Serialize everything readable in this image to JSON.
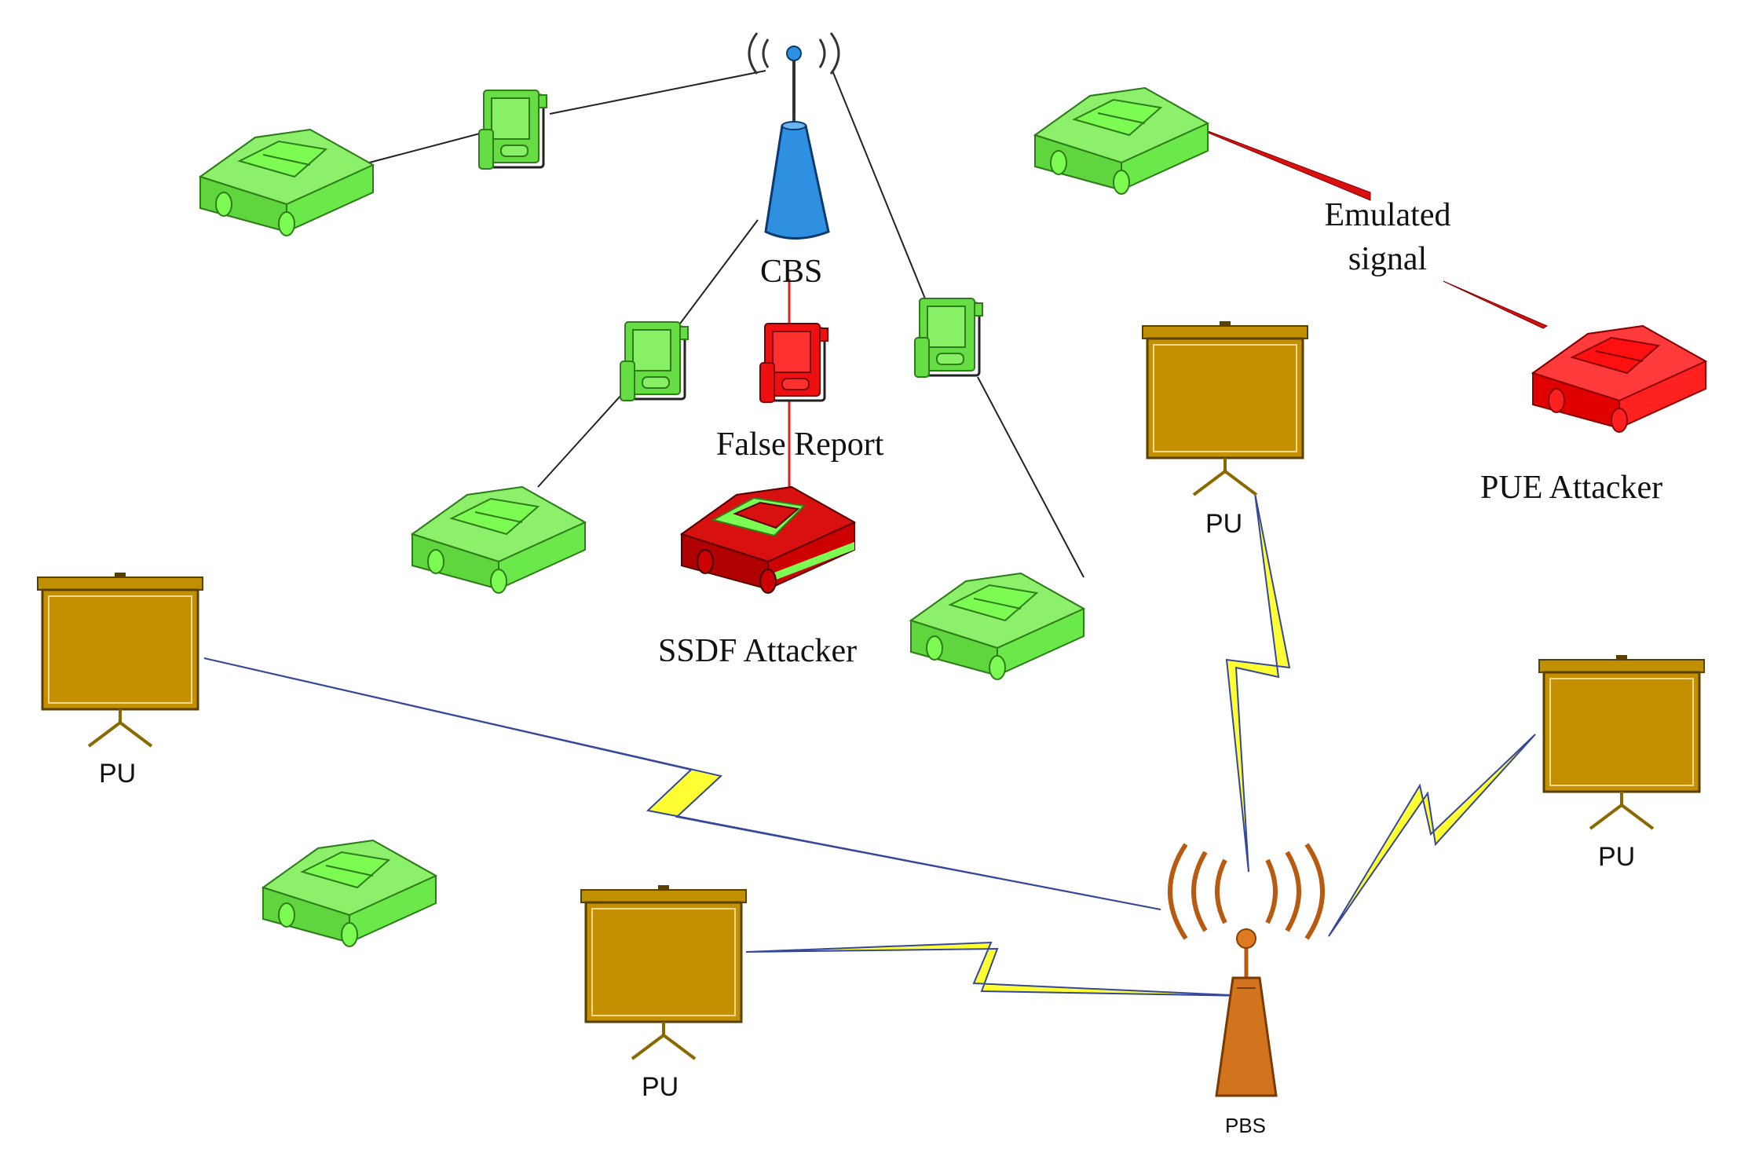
{
  "labels": {
    "cbs": "CBS",
    "false_report": "False Report",
    "ssdf_attacker": "SSDF Attacker",
    "emulated_line1": "Emulated",
    "emulated_line2": "signal",
    "pue_attacker": "PUE Attacker",
    "pu": "PU",
    "pbs": "PBS"
  },
  "colors": {
    "normal_vehicle": "#7CFC52",
    "attacker": "#FF0000",
    "ssdf_body": "#CC0000",
    "cbs_tower": "#2F8FE0",
    "pbs_tower": "#D2731E",
    "pu_board": "#C09000",
    "lightning": "#FFFF33",
    "link_blue": "#34479A",
    "emulated_signal": "#E01010"
  },
  "icons": [
    "car-icon",
    "cognitive-device-icon",
    "cbs-tower-icon",
    "pbs-tower-icon",
    "pu-board-icon",
    "lightning-link-icon"
  ]
}
